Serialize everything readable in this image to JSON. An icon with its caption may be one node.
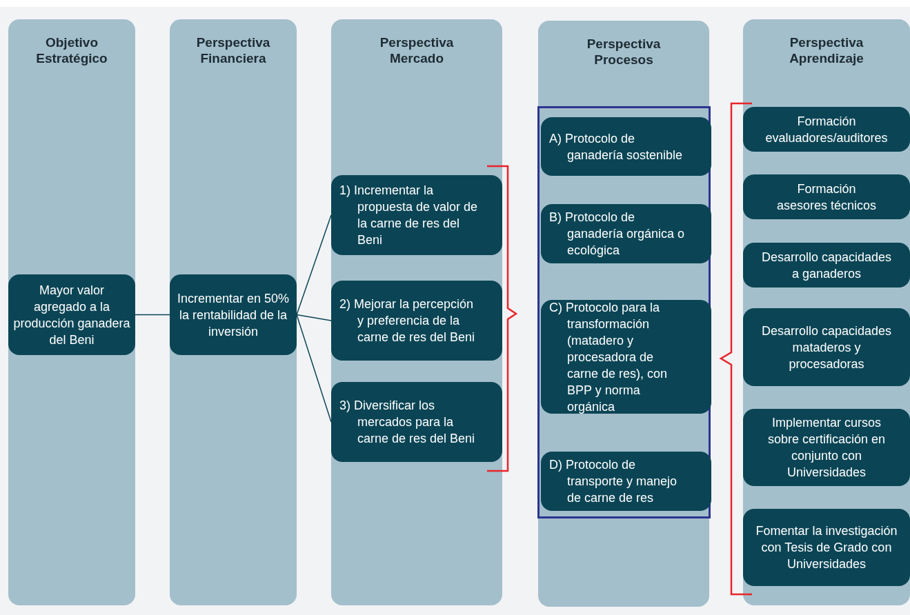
{
  "diagram": {
    "nodes": [
      {
        "text": [
          "Objetivo Estratégico"
        ]
      },
      {
        "text": [
          "Perspectiva Financiera"
        ]
      },
      {
        "text": [
          "Perspectiva Mercado"
        ]
      },
      {
        "text": [
          "Perspectiva Procesos"
        ]
      },
      {
        "text": [
          "Perspectiva Aprendizaje"
        ]
      },
      {
        "text": [
          "Mayor valor agregado a la producción ganadera del Beni"
        ],
        "in": 0
      },
      {
        "text": [
          "Incrementar en 50% la rentabilidad de la inversión"
        ],
        "in": 1
      },
      {
        "text": [
          "1) Incrementar la propuesta de valor de la carne de res del Beni"
        ],
        "in": 2
      },
      {
        "text": [
          "2) Mejorar la percepción y preferencia de la carne de res del Beni"
        ],
        "in": 2
      },
      {
        "text": [
          "3) Diversificar los mercados para la carne de res del Beni"
        ],
        "in": 2
      },
      {
        "text": [],
        "shape": "box",
        "in": 3
      },
      {
        "text": [
          "A) Protocolo de ganadería sostenible"
        ],
        "in": 10
      },
      {
        "text": [
          "B) Protocolo de ganadería orgánica o ecológica"
        ],
        "in": 10
      },
      {
        "text": [
          "C) Protocolo para la transformación (matadero y procesadora de carne de res), con BPP y norma orgánica"
        ],
        "in": 10
      },
      {
        "text": [
          "D) Protocolo de transporte y manejo de carne de res"
        ],
        "in": 10
      },
      {
        "text": [
          "Formación evaluadores/auditores"
        ],
        "in": 4
      },
      {
        "text": [
          "Formación asesores técnicos"
        ],
        "in": 4
      },
      {
        "text": [
          "Desarrollo capacidades a ganaderos"
        ],
        "in": 4
      },
      {
        "text": [
          "Desarrollo capacidades mataderos y procesadoras"
        ],
        "in": 4
      },
      {
        "text": [
          "Implementar cursos sobre certificación en conjunto con Universidades"
        ],
        "in": 4
      },
      {
        "text": [
          "Fomentar la investigación con Tesis de Grado con Universidades"
        ],
        "in": 4
      }
    ],
    "edges": [
      {
        "from": 5,
        "to": 6,
        "arrow": "none"
      },
      {
        "from": 6,
        "to": 7,
        "arrow": "none"
      },
      {
        "from": 6,
        "to": 8,
        "arrow": "none"
      },
      {
        "from": 6,
        "to": 9,
        "arrow": "none"
      }
    ]
  }
}
